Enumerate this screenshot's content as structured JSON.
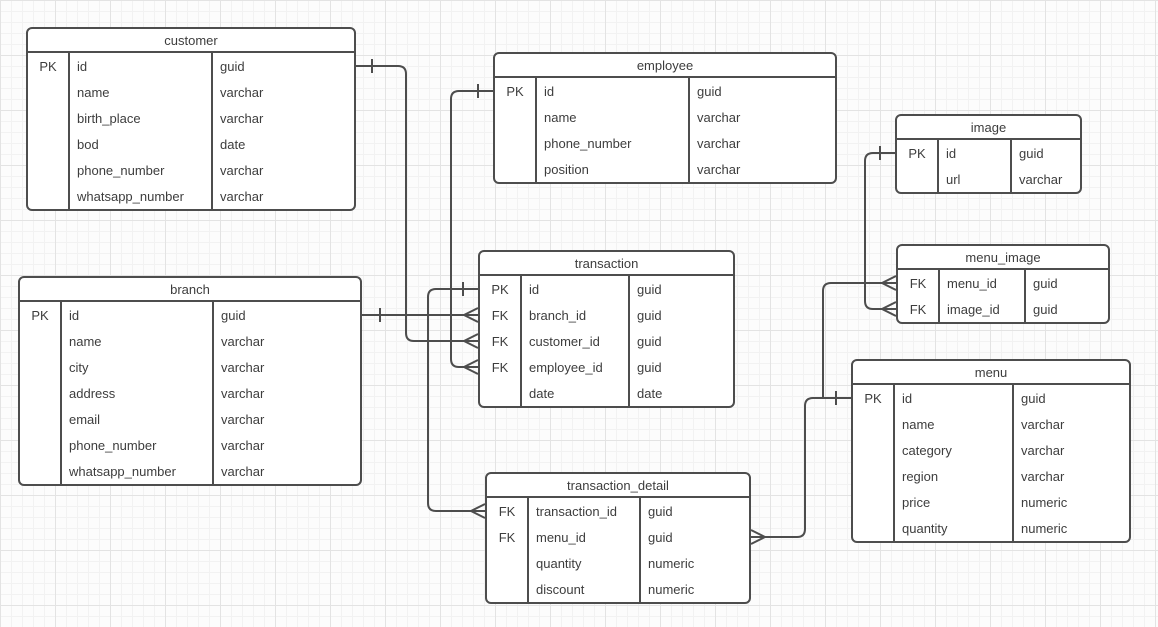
{
  "diagram": {
    "type": "entity-relationship",
    "colors": {
      "stroke": "#4d4d4d",
      "entity_fill": "#ffffff",
      "canvas": "#fcfcfc",
      "grid_minor": "#f2f2f2",
      "grid_major": "#e3e3e3"
    },
    "entities": {
      "customer": {
        "title": "customer",
        "rows": [
          {
            "key": "PK",
            "name": "id",
            "type": "guid"
          },
          {
            "key": "",
            "name": "name",
            "type": "varchar"
          },
          {
            "key": "",
            "name": "birth_place",
            "type": "varchar"
          },
          {
            "key": "",
            "name": "bod",
            "type": "date"
          },
          {
            "key": "",
            "name": "phone_number",
            "type": "varchar"
          },
          {
            "key": "",
            "name": "whatsapp_number",
            "type": "varchar"
          }
        ]
      },
      "employee": {
        "title": "employee",
        "rows": [
          {
            "key": "PK",
            "name": "id",
            "type": "guid"
          },
          {
            "key": "",
            "name": "name",
            "type": "varchar"
          },
          {
            "key": "",
            "name": "phone_number",
            "type": "varchar"
          },
          {
            "key": "",
            "name": "position",
            "type": "varchar"
          }
        ]
      },
      "image": {
        "title": "image",
        "rows": [
          {
            "key": "PK",
            "name": "id",
            "type": "guid"
          },
          {
            "key": "",
            "name": "url",
            "type": "varchar"
          }
        ]
      },
      "branch": {
        "title": "branch",
        "rows": [
          {
            "key": "PK",
            "name": "id",
            "type": "guid"
          },
          {
            "key": "",
            "name": "name",
            "type": "varchar"
          },
          {
            "key": "",
            "name": "city",
            "type": "varchar"
          },
          {
            "key": "",
            "name": "address",
            "type": "varchar"
          },
          {
            "key": "",
            "name": "email",
            "type": "varchar"
          },
          {
            "key": "",
            "name": "phone_number",
            "type": "varchar"
          },
          {
            "key": "",
            "name": "whatsapp_number",
            "type": "varchar"
          }
        ]
      },
      "transaction": {
        "title": "transaction",
        "rows": [
          {
            "key": "PK",
            "name": "id",
            "type": "guid"
          },
          {
            "key": "FK",
            "name": "branch_id",
            "type": "guid"
          },
          {
            "key": "FK",
            "name": "customer_id",
            "type": "guid"
          },
          {
            "key": "FK",
            "name": "employee_id",
            "type": "guid"
          },
          {
            "key": "",
            "name": "date",
            "type": "date"
          }
        ]
      },
      "menu_image": {
        "title": "menu_image",
        "rows": [
          {
            "key": "FK",
            "name": "menu_id",
            "type": "guid"
          },
          {
            "key": "FK",
            "name": "image_id",
            "type": "guid"
          }
        ]
      },
      "menu": {
        "title": "menu",
        "rows": [
          {
            "key": "PK",
            "name": "id",
            "type": "guid"
          },
          {
            "key": "",
            "name": "name",
            "type": "varchar"
          },
          {
            "key": "",
            "name": "category",
            "type": "varchar"
          },
          {
            "key": "",
            "name": "region",
            "type": "varchar"
          },
          {
            "key": "",
            "name": "price",
            "type": "numeric"
          },
          {
            "key": "",
            "name": "quantity",
            "type": "numeric"
          }
        ]
      },
      "transaction_detail": {
        "title": "transaction_detail",
        "rows": [
          {
            "key": "FK",
            "name": "transaction_id",
            "type": "guid"
          },
          {
            "key": "FK",
            "name": "menu_id",
            "type": "guid"
          },
          {
            "key": "",
            "name": "quantity",
            "type": "numeric"
          },
          {
            "key": "",
            "name": "discount",
            "type": "numeric"
          }
        ]
      }
    },
    "relationships": [
      {
        "from": "customer.id",
        "to": "transaction.customer_id",
        "cardinality": "one-to-many"
      },
      {
        "from": "branch.id",
        "to": "transaction.branch_id",
        "cardinality": "one-to-many"
      },
      {
        "from": "employee.id",
        "to": "transaction.employee_id",
        "cardinality": "one-to-many"
      },
      {
        "from": "transaction.id",
        "to": "transaction_detail.transaction_id",
        "cardinality": "one-to-many"
      },
      {
        "from": "menu.id",
        "to": "transaction_detail.menu_id",
        "cardinality": "one-to-many"
      },
      {
        "from": "menu.id",
        "to": "menu_image.menu_id",
        "cardinality": "one-to-many"
      },
      {
        "from": "image.id",
        "to": "menu_image.image_id",
        "cardinality": "one-to-many"
      }
    ]
  }
}
